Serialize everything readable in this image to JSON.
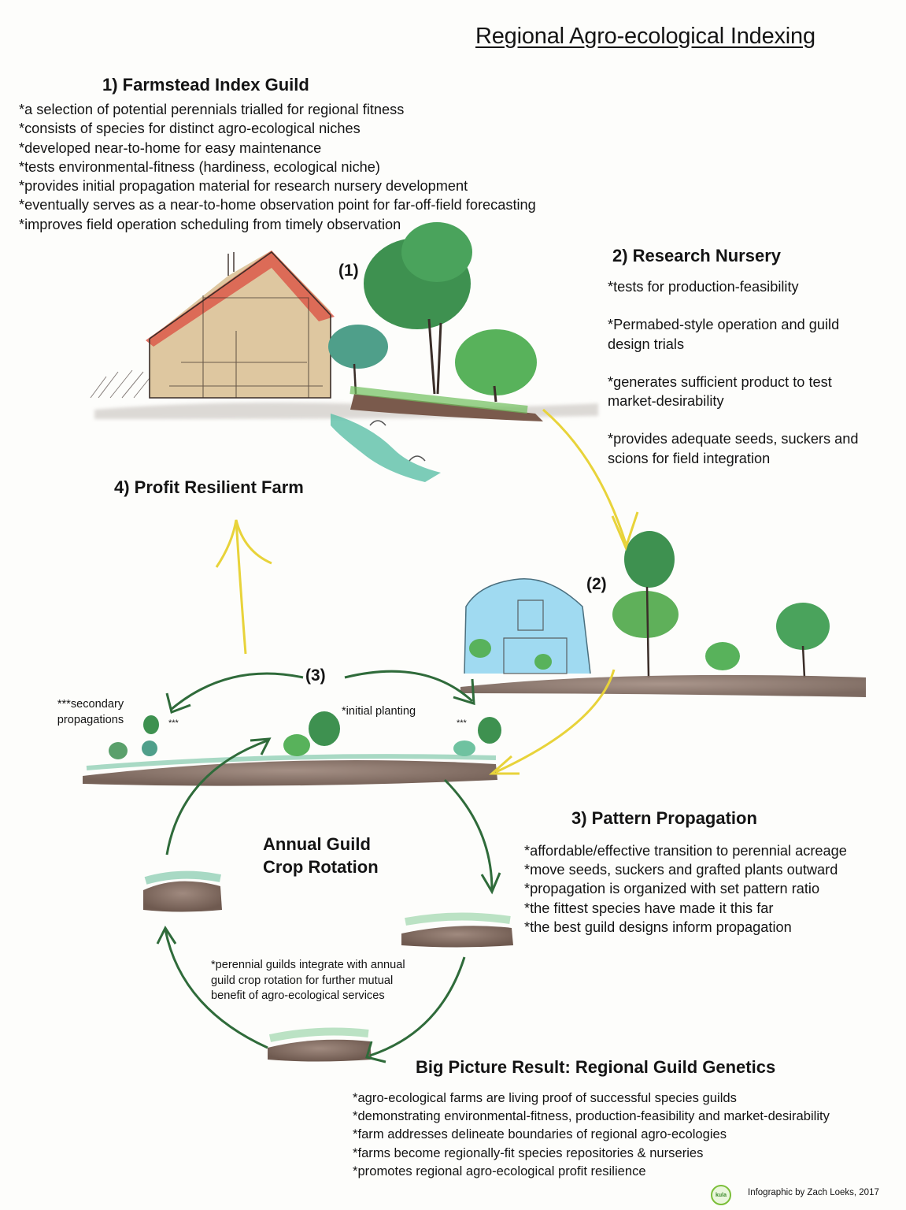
{
  "title": "Regional Agro-ecological Indexing",
  "section1": {
    "heading": "1) Farmstead Index Guild",
    "bullets": [
      "*a selection of potential perennials trialled for regional fitness",
      "*consists of species for distinct agro-ecological niches",
      "*developed near-to-home for easy maintenance",
      "*tests environmental-fitness (hardiness, ecological niche)",
      "*provides initial propagation material for research nursery development",
      "*eventually serves as a near-to-home observation point for far-off-field forecasting",
      "*improves field operation scheduling from timely observation"
    ]
  },
  "section2": {
    "heading": "2) Research Nursery",
    "bullets": [
      "*tests for production-feasibility",
      "*Permabed-style operation and guild",
      "design trials",
      "*generates sufficient product to test",
      "market-desirability",
      "*provides adequate seeds, suckers and",
      "scions for field integration"
    ]
  },
  "section3": {
    "heading": "3) Pattern Propagation",
    "bullets": [
      "*affordable/effective transition to perennial acreage",
      "*move seeds, suckers and grafted plants outward",
      "*propagation is organized with set pattern ratio",
      "*the fittest species have made it this far",
      "*the best guild designs inform propagation"
    ]
  },
  "section4": {
    "heading": "4) Profit Resilient Farm"
  },
  "rotation": {
    "line1": "Annual Guild",
    "line2": "Crop Rotation",
    "note": [
      "*perennial guilds integrate with annual",
      "guild crop rotation for further mutual",
      "benefit of agro-ecological services"
    ]
  },
  "big_picture": {
    "heading": "Big Picture Result: Regional Guild Genetics",
    "bullets": [
      "*agro-ecological farms are living proof of successful species guilds",
      "*demonstrating environmental-fitness, production-feasibility and market-desirability",
      "*farm addresses delineate boundaries of regional agro-ecologies",
      "*farms become regionally-fit species repositories & nurseries",
      "*promotes regional agro-ecological profit resilience"
    ]
  },
  "labels": {
    "marker1": "(1)",
    "marker2": "(2)",
    "marker3": "(3)",
    "initial_planting": "*initial planting",
    "secondary_line1": "***secondary",
    "secondary_line2": "propagations",
    "stars_left": "***",
    "stars_right": "***"
  },
  "credit": "Infographic by Zach Loeks, 2017",
  "logo_text": "kula",
  "colors": {
    "arrow_yellow": "#e8d33a",
    "arrow_green": "#2f6b3a",
    "soil": "#8a7468",
    "barn_wall": "#d6b98a",
    "barn_roof": "#d9574a",
    "greenhouse": "#8fd3ef",
    "tree_green": "#3f9a4a"
  }
}
